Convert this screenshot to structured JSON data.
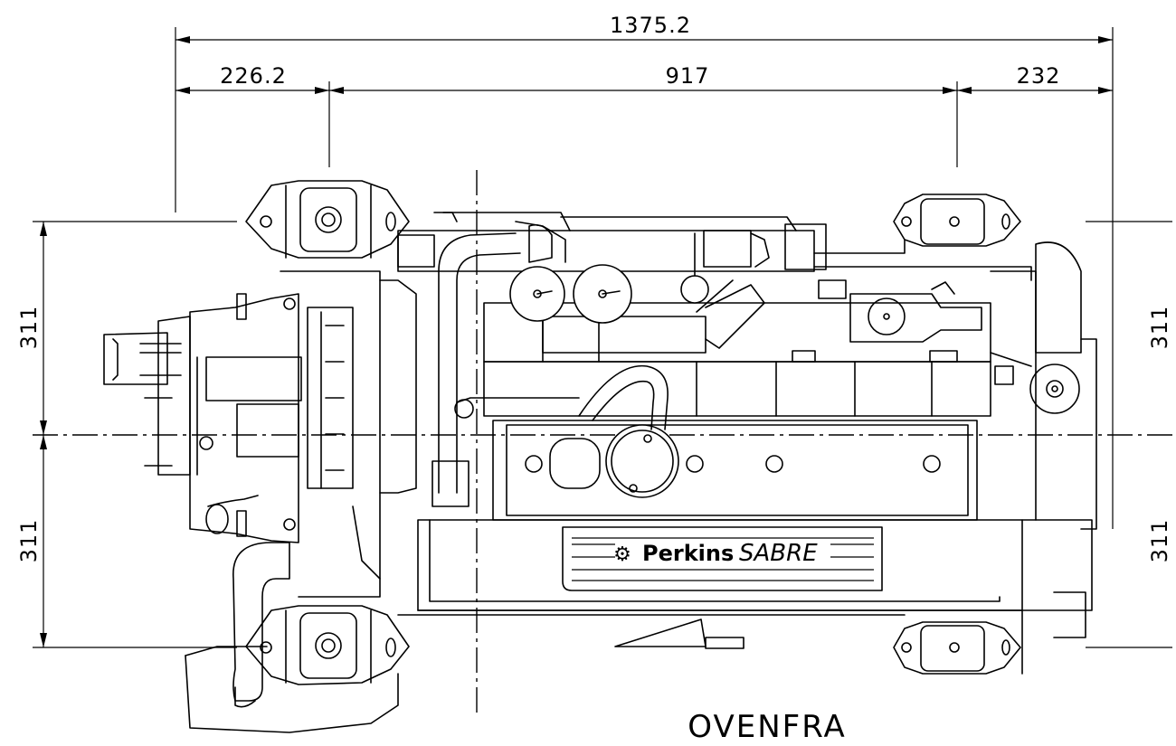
{
  "dimensions": {
    "overall_length": "1375.2",
    "front_offset": "226.2",
    "mount_spacing": "917",
    "rear_offset": "232",
    "half_width_left_upper": "311",
    "half_width_left_lower": "311",
    "half_width_right_upper": "311",
    "half_width_right_lower": "311"
  },
  "logo": {
    "brand": "Perkins",
    "model": "SABRE"
  },
  "view_label": "OVENFRA"
}
